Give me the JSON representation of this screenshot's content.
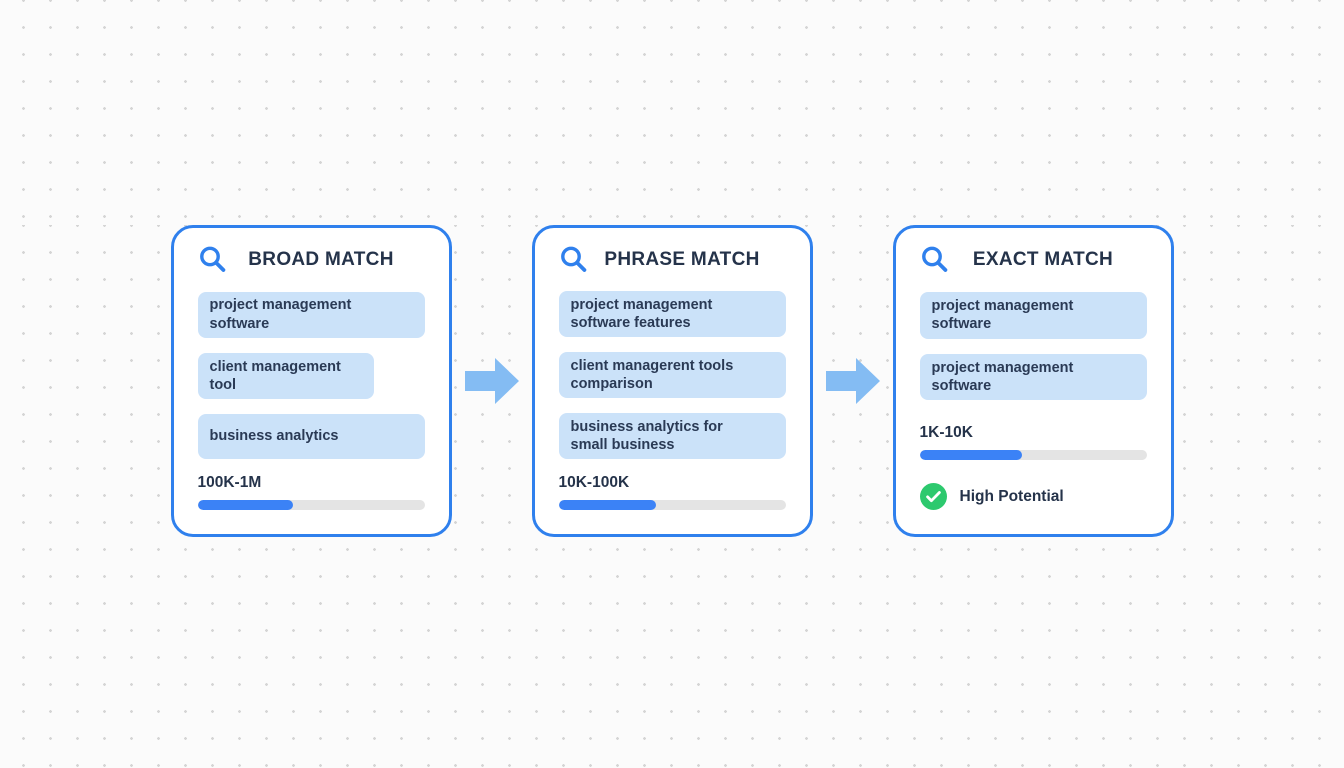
{
  "diagram": {
    "title": "keyword match types flow",
    "cards": [
      {
        "id": "broad-match",
        "title": "BROAD MATCH",
        "icon": "search-icon",
        "keywords": [
          "project management\nsoftware",
          "client management\ntool",
          "business analytics"
        ],
        "volume_label": "100K-1M",
        "progress_percent": 42
      },
      {
        "id": "phrase-match",
        "title": "PHRASE MATCH",
        "icon": "search-icon",
        "keywords": [
          "project management\nsoftware features",
          "client managerent tools\ncomparison",
          "business analytics for\nsmall business"
        ],
        "volume_label": "10K-100K",
        "progress_percent": 43
      },
      {
        "id": "exact-match",
        "title": "EXACT MATCH",
        "icon": "search-icon",
        "keywords": [
          "project management\nsoftware",
          "project management\nsoftware"
        ],
        "volume_label": "1K-10K",
        "progress_percent": 45,
        "badge": {
          "icon": "check-icon",
          "label": "High Potential"
        }
      }
    ],
    "connectors": [
      "arrow-right-icon",
      "arrow-right-icon"
    ],
    "colors": {
      "card_border": "#2f80ed",
      "card_background": "#ffffff",
      "tag_background": "#cbe2f9",
      "text_dark": "#25334a",
      "progress_fill": "#3b82f6",
      "progress_track": "#e4e4e4",
      "arrow_blue": "#84bcf3",
      "badge_green": "#2dc96e",
      "page_background": "#fbfbfb",
      "dot_grid": "#d5d5d5"
    }
  }
}
